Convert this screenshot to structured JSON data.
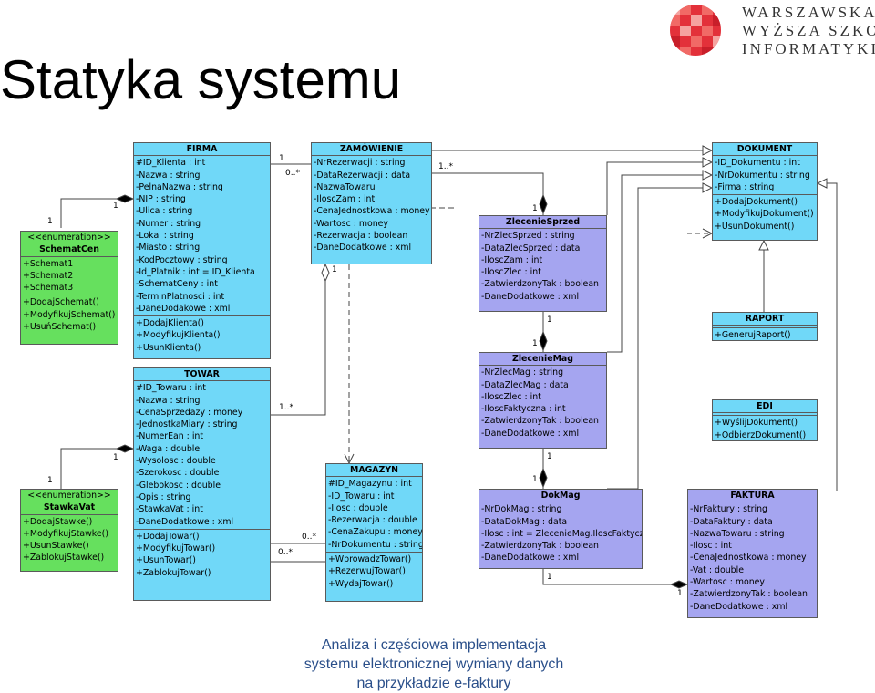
{
  "title": "Statyka systemu",
  "logo": {
    "lines": [
      "WARSZAWSKA",
      "WYŻSZA SZKOŁA",
      "INFORMATYKI"
    ],
    "colors": [
      "#e3313a",
      "#f16a66",
      "#f5a3a0",
      "#c81f2a"
    ]
  },
  "caption": {
    "lines": [
      "Analiza i częściowa implementacja",
      "systemu elektronicznej wymiany danych",
      "na przykładzie e-faktury"
    ]
  },
  "classes": {
    "firma": {
      "name": "FIRMA",
      "attrs": [
        "#ID_Klienta : int",
        "-Nazwa : string",
        "-PelnaNazwa : string",
        "-NIP : string",
        "-Ulica : string",
        "-Numer : string",
        "-Lokal : string",
        "-Miasto : string",
        "-KodPocztowy : string",
        "-Id_Platnik : int = ID_Klienta",
        "-SchematCeny : int",
        "-TerminPlatnosci : int",
        "-DaneDodakowe : xml"
      ],
      "ops": [
        "+DodajKlienta()",
        "+ModyfikujKlienta()",
        "+UsunKlienta()"
      ]
    },
    "towar": {
      "name": "TOWAR",
      "attrs": [
        "#ID_Towaru : int",
        "-Nazwa : string",
        "-CenaSprzedazy : money",
        "-JednostkaMiary : string",
        "-NumerEan : int",
        "-Waga : double",
        "-Wysolosc : double",
        "-Szerokosc : double",
        "-Glebokosc : double",
        "-Opis : string",
        "-StawkaVat : int",
        "-DaneDodatkowe : xml"
      ],
      "ops": [
        "+DodajTowar()",
        "+ModyfikujTowar()",
        "+UsunTowar()",
        "+ZablokujTowar()"
      ]
    },
    "zamowienie": {
      "name": "ZAMÓWIENIE",
      "attrs": [
        "-NrRezerwacji : string",
        "-DataRezerwacji : data",
        "-NazwaTowaru",
        "-IloscZam : int",
        "-CenaJednostkowa : money",
        "-Wartosc : money",
        "-Rezerwacja : boolean",
        "-DaneDodatkowe : xml"
      ],
      "ops": []
    },
    "magazyn": {
      "name": "MAGAZYN",
      "attrs": [
        "#ID_Magazynu : int",
        "-ID_Towaru : int",
        "-Ilosc : double",
        "-Rezerwacja : double",
        "-CenaZakupu : money",
        "-NrDokumentu : string"
      ],
      "ops": [
        "+WprowadzTowar()",
        "+RezerwujTowar()",
        "+WydajTowar()"
      ]
    },
    "zleceniesprzed": {
      "name": "ZlecenieSprzed",
      "attrs": [
        "-NrZlecSprzed : string",
        "-DataZlecSprzed : data",
        "-IloscZam : int",
        "-IloscZlec : int",
        "-ZatwierdzonyTak : boolean",
        "-DaneDodatkowe : xml"
      ],
      "ops": []
    },
    "zleceniemag": {
      "name": "ZlecenieMag",
      "attrs": [
        "-NrZlecMag : string",
        "-DataZlecMag : data",
        "-IloscZlec : int",
        "-IloscFaktyczna : int",
        "-ZatwierdzonyTak : boolean",
        "-DaneDodatkowe : xml"
      ],
      "ops": []
    },
    "dokmag": {
      "name": "DokMag",
      "attrs": [
        "-NrDokMag : string",
        "-DataDokMag : data",
        "-Ilosc : int = ZlecenieMag.IloscFaktyczna",
        "-ZatwierdzonyTak : boolean",
        "-DaneDodatkowe : xml"
      ],
      "ops": []
    },
    "dokument": {
      "name": "DOKUMENT",
      "attrs": [
        "-ID_Dokumentu : int",
        "-NrDokumentu : string",
        "-Firma : string"
      ],
      "ops": [
        "+DodajDokument()",
        "+ModyfikujDokument()",
        "+UsunDokument()"
      ]
    },
    "raport": {
      "name": "RAPORT",
      "attrs": [],
      "ops": [
        "+GenerujRaport()"
      ]
    },
    "edi": {
      "name": "EDI",
      "attrs": [],
      "ops": [
        "+WyślijDokument()",
        "+OdbierzDokument()"
      ]
    },
    "faktura": {
      "name": "FAKTURA",
      "attrs": [
        "-NrFaktury : string",
        "-DataFaktury : data",
        "-NazwaTowaru : string",
        "-Ilosc : int",
        "-CenaJednostkowa : money",
        "-Vat : double",
        "-Wartosc : money",
        "-ZatwierdzonyTak : boolean",
        "-DaneDodatkowe : xml"
      ],
      "ops": []
    },
    "schematcen": {
      "name": "SchematCen",
      "stereotype": "<<enumeration>>",
      "attrs": [
        "+Schemat1",
        "+Schemat2",
        "+Schemat3"
      ],
      "ops": [
        "+DodajSchemat()",
        "+ModyfikujSchemat()",
        "+UsuńSchemat()"
      ]
    },
    "stawkavat": {
      "name": "StawkaVat",
      "stereotype": "<<enumeration>>",
      "attrs": [],
      "ops": [
        "+DodajStawke()",
        "+ModyfikujStawke()",
        "+UsunStawke()",
        "+ZablokujStawke()"
      ]
    }
  },
  "multiplicities": {
    "firma_schemat_a": "1",
    "firma_schemat_b": "1",
    "firma_zam_a": "1",
    "firma_zam_b": "0..*",
    "zam_sprzed_a": "1..*",
    "zam_sprzed_b": "1",
    "zam_mag": "1",
    "towar_zam": "1..*",
    "towar_stawka_a": "1",
    "towar_stawka_b": "1",
    "towar_mag_a": "0..*",
    "towar_mag_b": "0..*",
    "sprzed_zlecmag_a": "1",
    "sprzed_zlecmag_b": "1",
    "zlecmag_dokmag_a": "1",
    "zlecmag_dokmag_b": "1",
    "dokmag_faktura_a": "1",
    "dokmag_faktura_b": "1"
  }
}
